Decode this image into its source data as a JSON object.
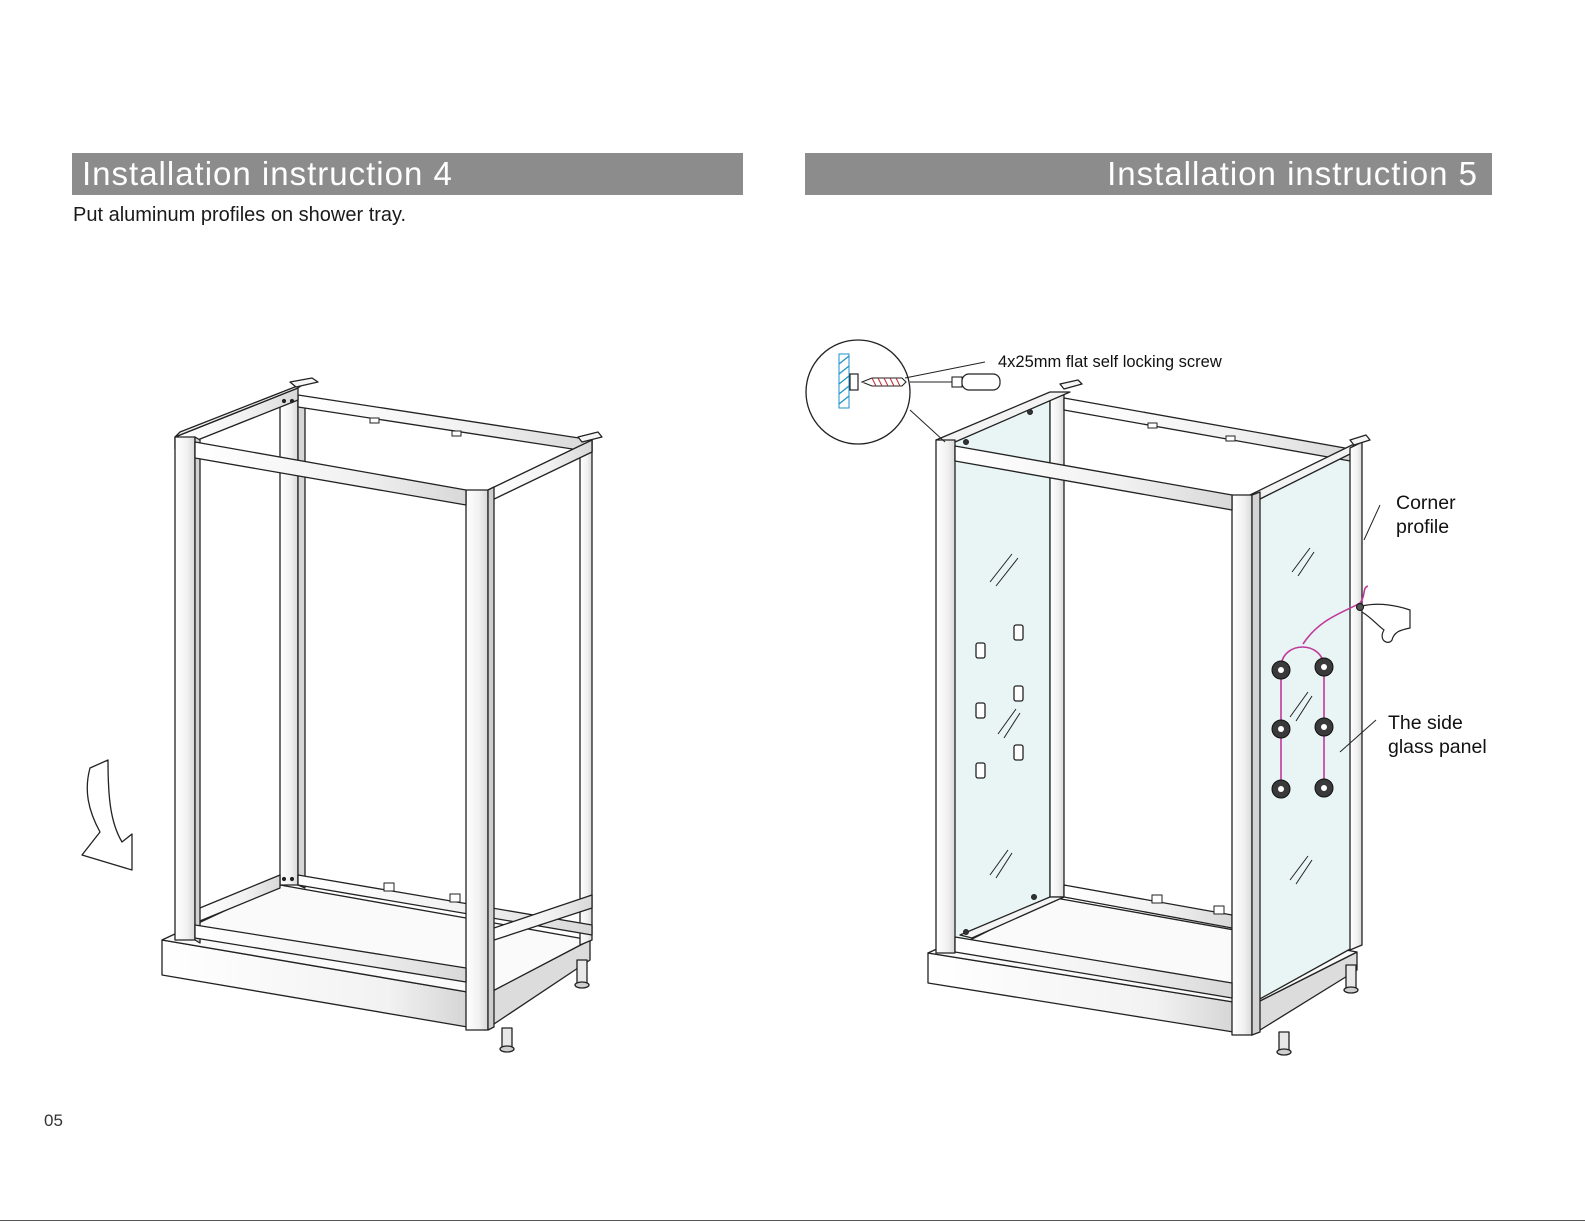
{
  "left_panel": {
    "title": "Installation instruction 4",
    "description": "Put aluminum profiles on shower tray."
  },
  "right_panel": {
    "title": "Installation instruction 5",
    "screw_label": "4x25mm flat self locking screw",
    "corner_label_line1": "Corner",
    "corner_label_line2": "profile",
    "glass_label_line1": "The side",
    "glass_label_line2": "glass panel"
  },
  "page_number": "05",
  "colors": {
    "banner": "#8c8c8c",
    "glass": "#e9f5f5",
    "hose": "#c0399b"
  }
}
